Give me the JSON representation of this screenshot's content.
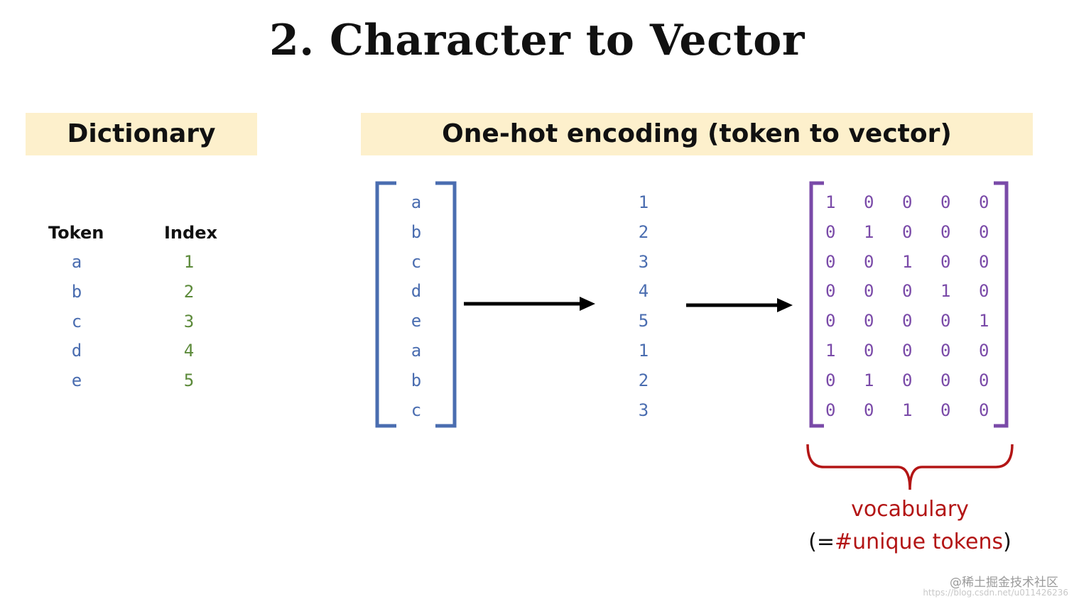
{
  "title": "2. Character to Vector",
  "headers": {
    "dictionary": "Dictionary",
    "onehot": "One-hot encoding (token to vector)"
  },
  "dictionary": {
    "token_header": "Token",
    "index_header": "Index",
    "tokens": [
      "a",
      "b",
      "c",
      "d",
      "e"
    ],
    "indices": [
      "1",
      "2",
      "3",
      "4",
      "5"
    ]
  },
  "sequence": {
    "chars": [
      "a",
      "b",
      "c",
      "d",
      "e",
      "a",
      "b",
      "c"
    ],
    "indices": [
      "1",
      "2",
      "3",
      "4",
      "5",
      "1",
      "2",
      "3"
    ]
  },
  "matrix": [
    [
      "1",
      "0",
      "0",
      "0",
      "0"
    ],
    [
      "0",
      "1",
      "0",
      "0",
      "0"
    ],
    [
      "0",
      "0",
      "1",
      "0",
      "0"
    ],
    [
      "0",
      "0",
      "0",
      "1",
      "0"
    ],
    [
      "0",
      "0",
      "0",
      "0",
      "1"
    ],
    [
      "1",
      "0",
      "0",
      "0",
      "0"
    ],
    [
      "0",
      "1",
      "0",
      "0",
      "0"
    ],
    [
      "0",
      "0",
      "1",
      "0",
      "0"
    ]
  ],
  "vocab": {
    "label": "vocabulary",
    "open_paren": "(=",
    "red_text": "#unique tokens",
    "close_paren": ")"
  },
  "watermark": {
    "text": "@稀土掘金技术社区",
    "url": "https://blog.csdn.net/u011426236"
  },
  "colors": {
    "header_bg": "#fdf0cc",
    "blue": "#4a6db0",
    "green": "#5c8a3a",
    "purple": "#7a4aa8",
    "red": "#b31515"
  }
}
